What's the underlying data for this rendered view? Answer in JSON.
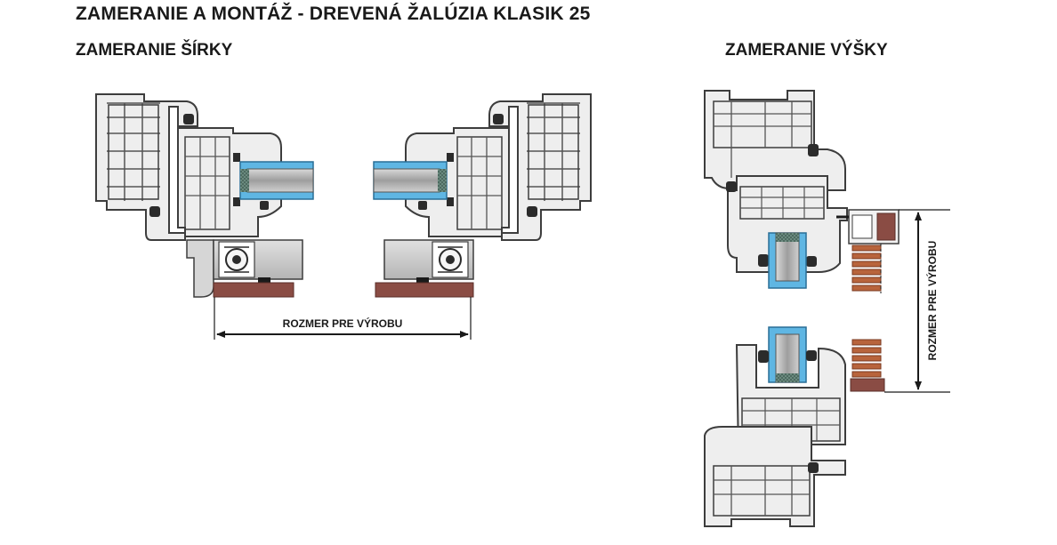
{
  "header": {
    "title": "ZAMERANIE A MONTÁŽ - DREVENÁ ŽALÚZIA KLASIK 25",
    "width_section": "ZAMERANIE ŠÍRKY",
    "height_section": "ZAMERANIE VÝŠKY"
  },
  "dimensions": {
    "width_label": "ROZMER PRE VÝROBU",
    "height_label": "ROZMER PRE VÝROBU"
  },
  "colors": {
    "frame_stroke": "#3d3d3d",
    "frame_fill": "#e6e6e6",
    "glass_blue": "#5fb6e3",
    "glass_gray": "#a9a9a9",
    "wood_sill": "#8a4c44",
    "rail_gray": "#c8c8c8",
    "slat_wood": "#b8643c",
    "gasket": "#3a5a50"
  },
  "icons": {
    "left_frame": "window-profile-left",
    "right_frame": "window-profile-right",
    "vertical_frame": "window-profile-vertical"
  }
}
